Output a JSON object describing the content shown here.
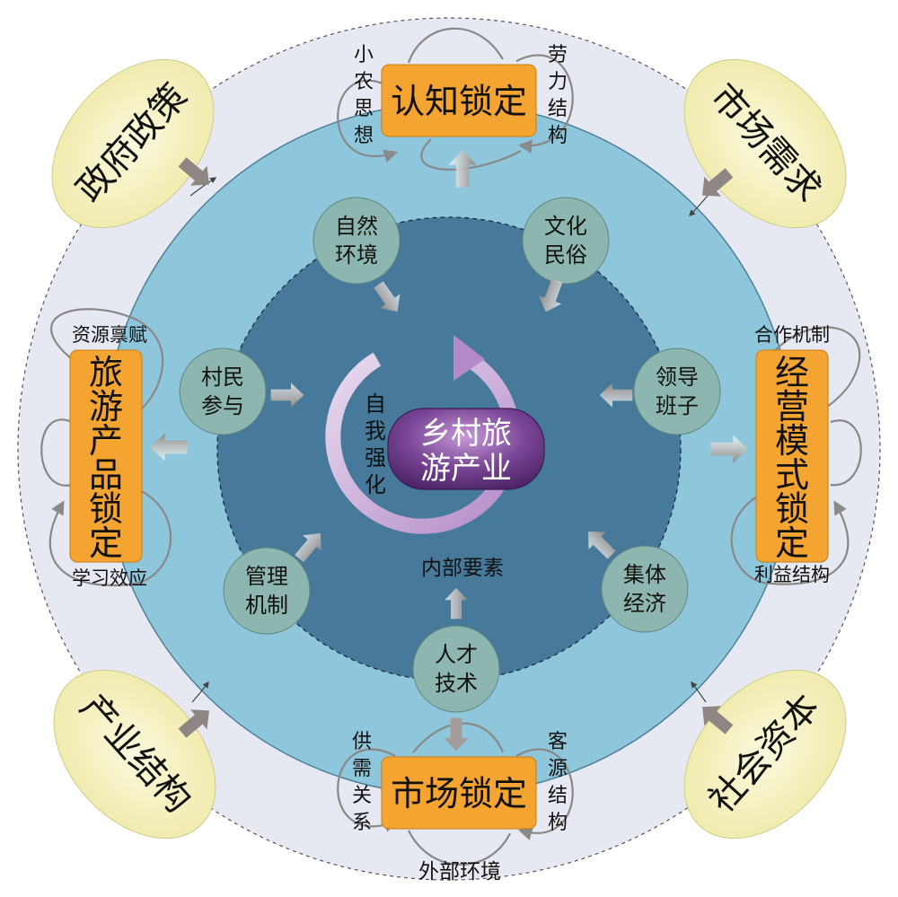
{
  "center": {
    "line1": "乡村旅",
    "line2": "游产业"
  },
  "self_reinforce": [
    "自",
    "我",
    "强",
    "化"
  ],
  "inner_label": "内部要素",
  "outer_label": "外部环境",
  "internal_factors": {
    "nature": [
      "自然",
      "环境"
    ],
    "culture": [
      "文化",
      "民俗"
    ],
    "villager": [
      "村民",
      "参与"
    ],
    "leader": [
      "领导",
      "班子"
    ],
    "management": [
      "管理",
      "机制"
    ],
    "collective": [
      "集体",
      "经济"
    ],
    "talent": [
      "人才",
      "技术"
    ]
  },
  "locks": {
    "cognition": {
      "title": "认知锁定",
      "left": [
        "小",
        "农",
        "思",
        "想"
      ],
      "right": [
        "劳",
        "力",
        "结",
        "构"
      ]
    },
    "market": {
      "title": "市场锁定",
      "left": [
        "供",
        "需",
        "关",
        "系"
      ],
      "right": [
        "客",
        "源",
        "结",
        "构"
      ]
    },
    "product": {
      "title": [
        "旅",
        "游",
        "产",
        "品",
        "锁",
        "定"
      ],
      "top": "资源禀赋",
      "bottom": "学习效应"
    },
    "business": {
      "title": [
        "经",
        "营",
        "模",
        "式",
        "锁",
        "定"
      ],
      "top": "合作机制",
      "bottom": "利益结构"
    }
  },
  "external": {
    "policy": "政府政策",
    "demand": "市场需求",
    "industry": "产业结构",
    "capital": "社会资本"
  },
  "colors": {
    "outer_ring": "#e6e9f2",
    "mid_ring": "#8ec7dc",
    "inner_disc": "#46799a",
    "factor_circle": "#8db6b0",
    "lock_box": "#f4a430",
    "center_pill": "#6e3f8c",
    "external_oval": "#f4f0bc",
    "arrow_grey": "#9a9290"
  }
}
